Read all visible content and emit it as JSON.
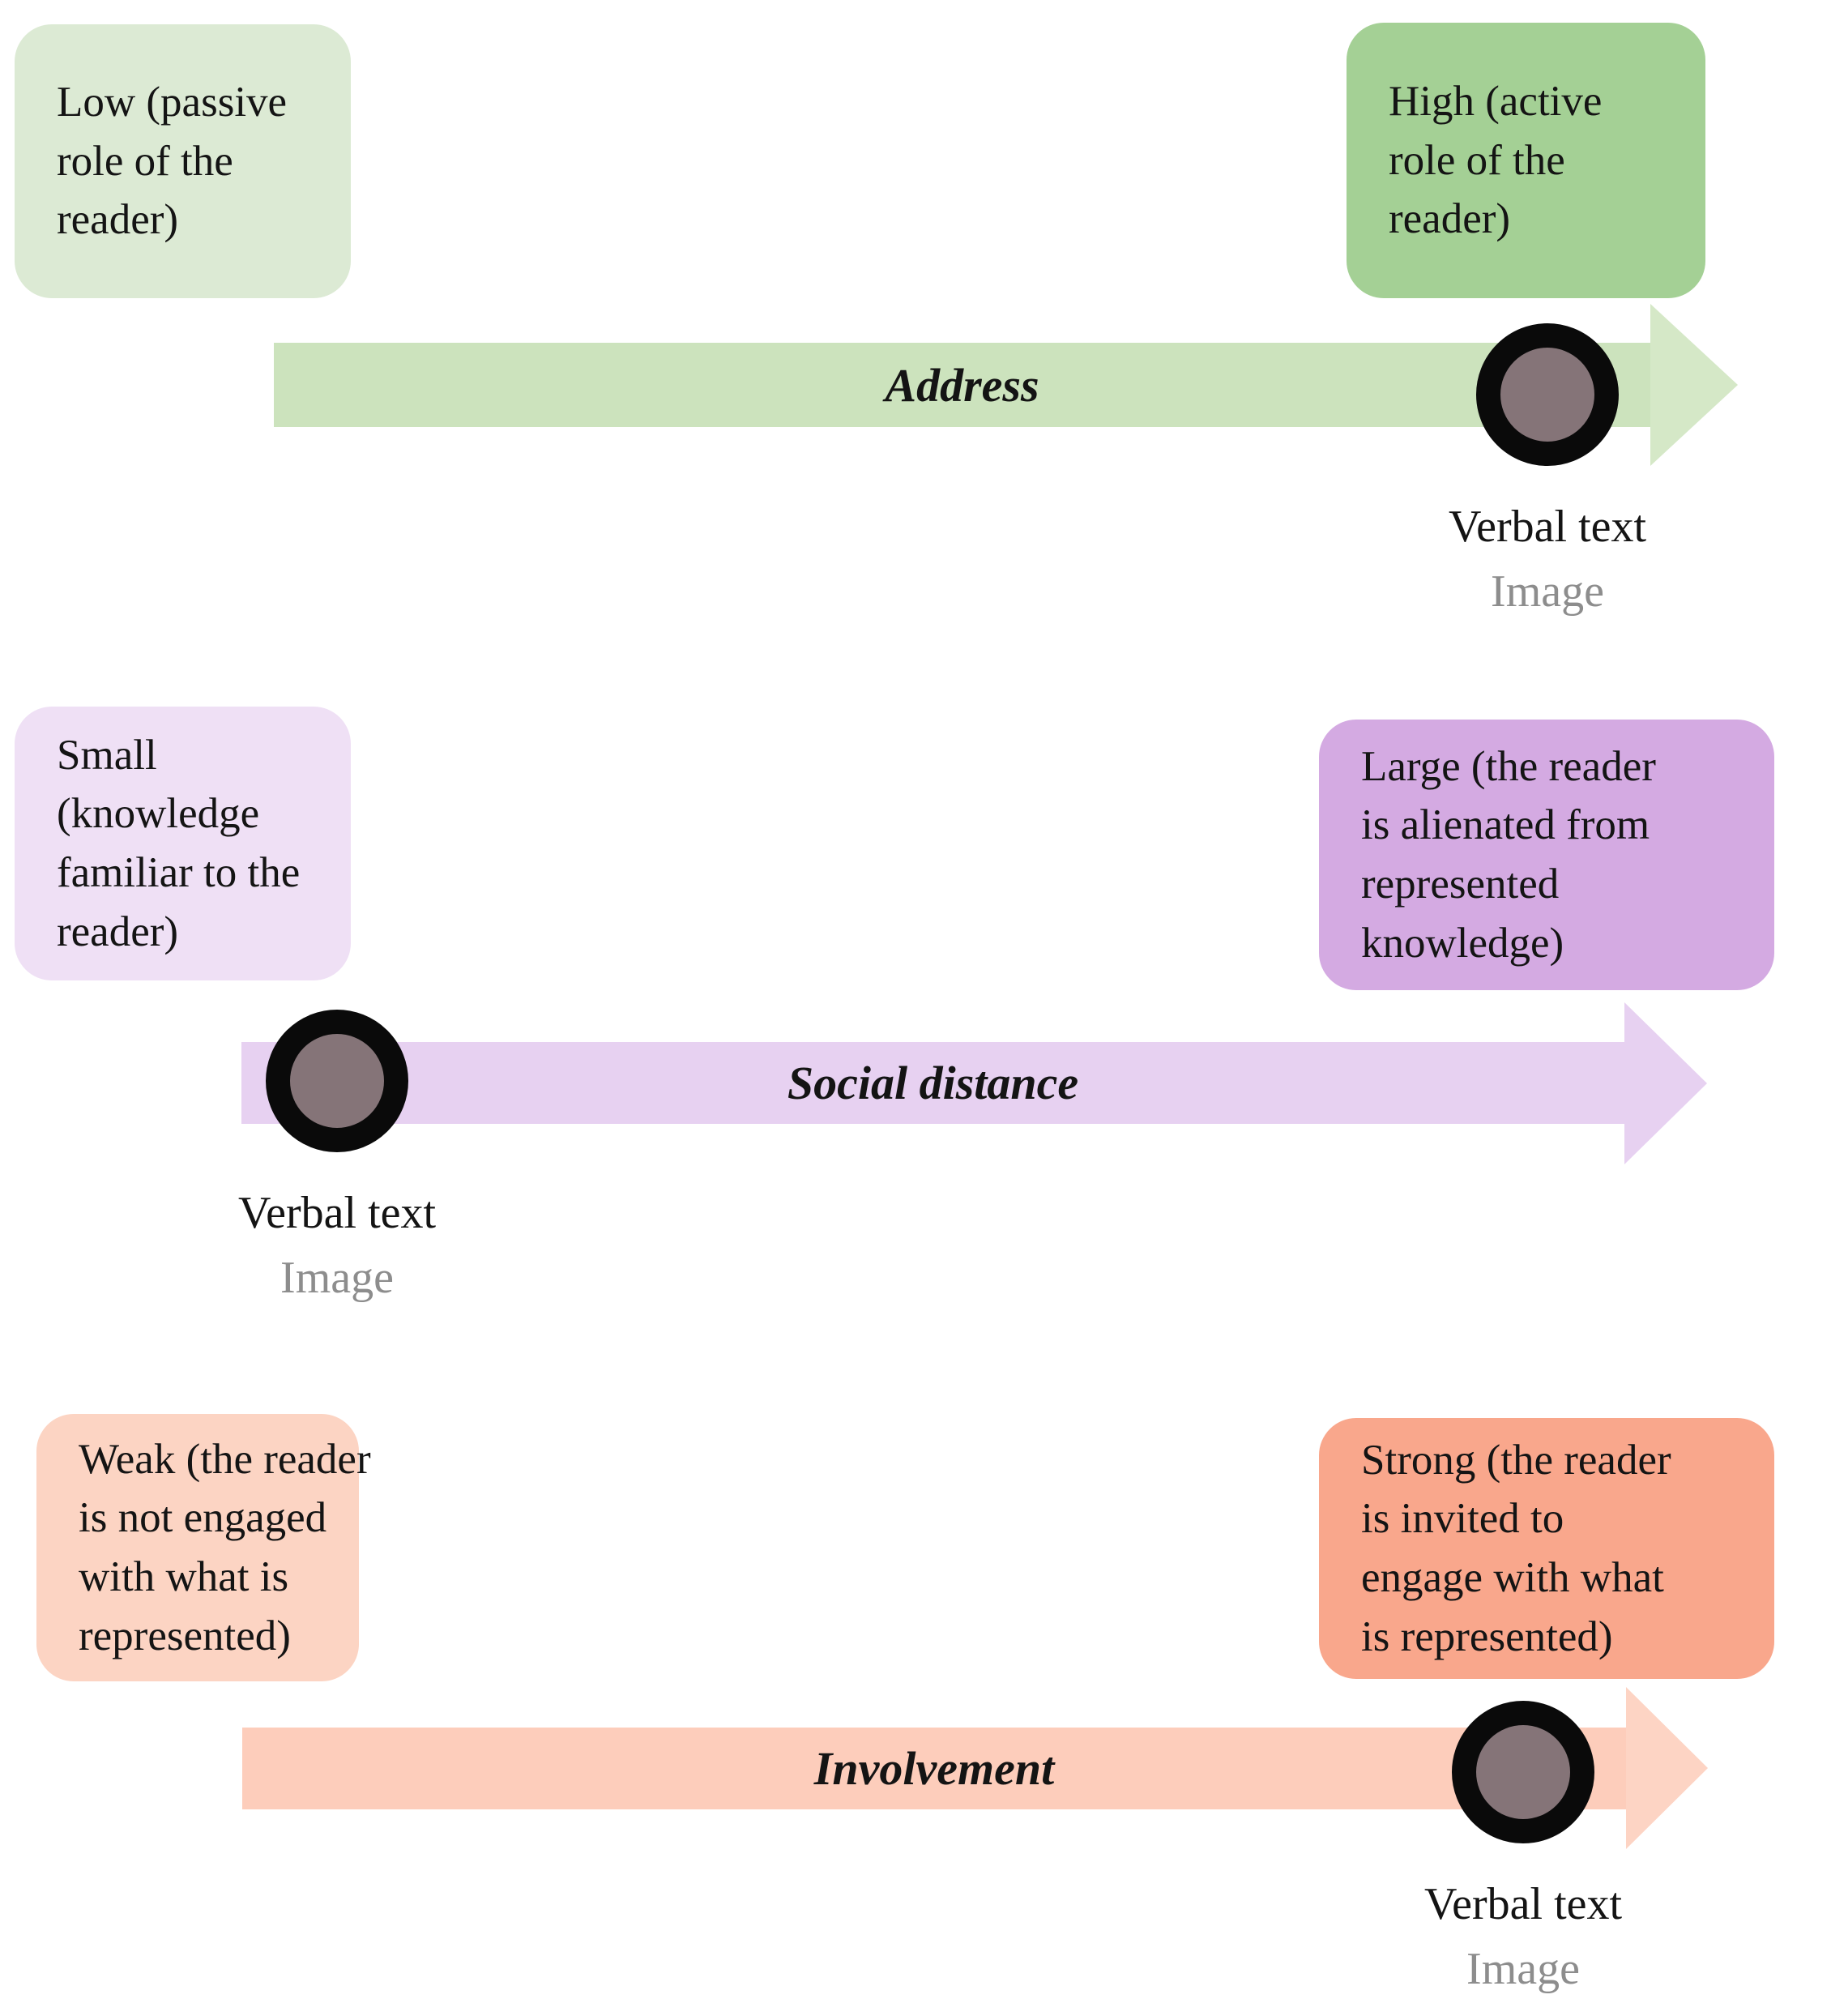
{
  "diagram": {
    "marker": {
      "ring_color": "#0a0a0a",
      "fill_color": "#857478"
    },
    "text_colors": {
      "primary": "#141414",
      "secondary": "#8d8d8d"
    },
    "scales": [
      {
        "name": "Address",
        "arrow_label": "Address",
        "low_label": "Low (passive role of the reader)",
        "low_lines": [
          "Low (passive",
          "role of the",
          "reader)"
        ],
        "high_label": "High (active role of the reader)",
        "high_lines": [
          "High (active",
          "role of the",
          "reader)"
        ],
        "marker_labels": {
          "verbal_text": "Verbal text",
          "image": "Image"
        },
        "marker_position": "high-end",
        "colors": {
          "low_box": "#dcead4",
          "high_box": "#a4d095",
          "arrow": "#cce3bd",
          "arrow_head": "#d5e8c7"
        }
      },
      {
        "name": "Social distance",
        "arrow_label": "Social distance",
        "low_label": "Small (knowledge familiar to the reader)",
        "low_lines": [
          "Small",
          "(knowledge",
          "familiar to the",
          "reader)"
        ],
        "high_label": "Large (the reader is alienated from represented knowledge)",
        "high_lines": [
          "Large (the reader",
          "is alienated from",
          "represented",
          "knowledge)"
        ],
        "marker_labels": {
          "verbal_text": "Verbal text",
          "image": "Image"
        },
        "marker_position": "low-end",
        "colors": {
          "low_box": "#efe0f5",
          "high_box": "#d4aae2",
          "arrow": "#e7d1f1",
          "arrow_head": "#e7d1f1"
        }
      },
      {
        "name": "Involvement",
        "arrow_label": "Involvement",
        "low_label": "Weak (the reader is not engaged with what is represented)",
        "low_lines": [
          "Weak (the reader",
          "is not engaged",
          "with what is",
          "represented)"
        ],
        "high_label": "Strong (the reader is invited to engage with what is represented)",
        "high_lines": [
          "Strong (the reader",
          "is invited to",
          "engage with what",
          "is represented)"
        ],
        "marker_labels": {
          "verbal_text": "Verbal text",
          "image": "Image"
        },
        "marker_position": "high-end",
        "colors": {
          "low_box": "#fcd4c3",
          "high_box": "#f9a78c",
          "arrow": "#fdcdbb",
          "arrow_head": "#fdd4c4"
        }
      }
    ]
  }
}
